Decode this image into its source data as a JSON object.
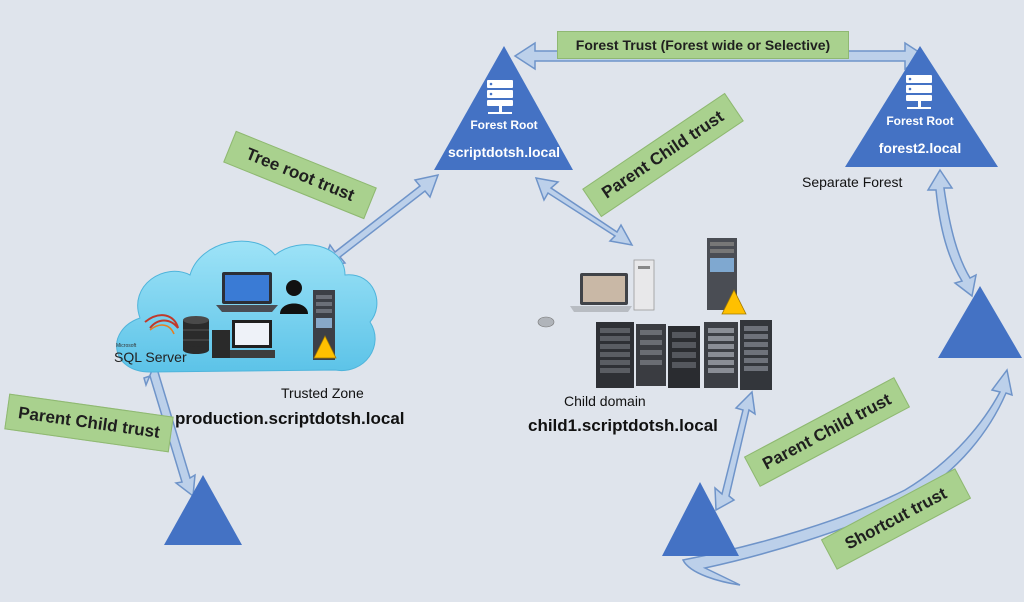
{
  "labels": {
    "forest_trust": "Forest Trust (Forest wide or Selective)",
    "tree_root_trust": "Tree root trust",
    "parent_child_trust_top": "Parent Child trust",
    "parent_child_trust_left": "Parent Child trust",
    "parent_child_trust_right": "Parent Child trust",
    "shortcut_trust": "Shortcut trust"
  },
  "domains": {
    "forest_root_1": {
      "title": "Forest Root",
      "name": "scriptdotsh.local"
    },
    "forest_root_2": {
      "title": "Forest Root",
      "name": "forest2.local",
      "caption": "Separate Forest"
    },
    "trusted_zone": {
      "caption": "Trusted Zone",
      "name": "production.scriptdotsh.local"
    },
    "child_domain": {
      "caption": "Child domain",
      "name": "child1.scriptdotsh.local"
    }
  },
  "sql_server": {
    "small": "Microsoft",
    "big": "SQL Server"
  },
  "colors": {
    "background": "#dfe4ec",
    "triangle": "#4472c4",
    "arrow_fill": "#bcd0ea",
    "arrow_stroke": "#6f94c9",
    "label_green": "#a9d18e",
    "cloud": "#7fd3f0"
  },
  "icons": [
    "server-icon",
    "laptop-icon",
    "user-icon",
    "database-icon",
    "monitor-icon",
    "server-rack-icon",
    "warning-icon",
    "mouse-icon",
    "cloud-icon"
  ]
}
